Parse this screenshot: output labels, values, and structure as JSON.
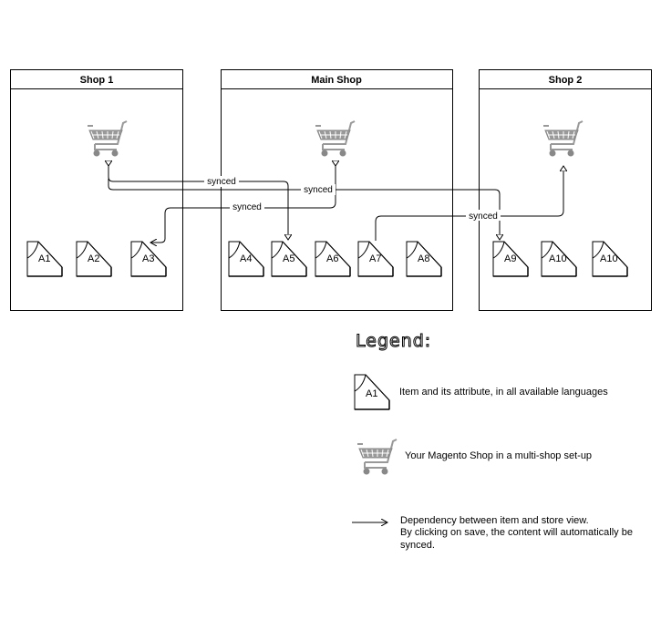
{
  "shops": [
    {
      "title": "Shop 1",
      "items": [
        "A1",
        "A2",
        "A3"
      ]
    },
    {
      "title": "Main Shop",
      "items": [
        "A4",
        "A5",
        "A6",
        "A7",
        "A8"
      ]
    },
    {
      "title": "Shop 2",
      "items": [
        "A9",
        "A10",
        "A10"
      ]
    }
  ],
  "connectors": [
    {
      "label": "synced"
    },
    {
      "label": "synced"
    },
    {
      "label": "synced"
    },
    {
      "label": "synced"
    }
  ],
  "legend": {
    "title": "Legend:",
    "item_icon_label": "A1",
    "item_text": "Item and its attribute, in all available languages",
    "shop_text": "Your Magento Shop in a multi-shop set-up",
    "arrow_text_line1": "Dependency between item and store view.",
    "arrow_text_line2": "By clicking on save, the content will automatically be",
    "arrow_text_line3": "synced."
  },
  "icon_names": [
    "shopping-cart-icon",
    "document-icon",
    "arrow-icon"
  ]
}
